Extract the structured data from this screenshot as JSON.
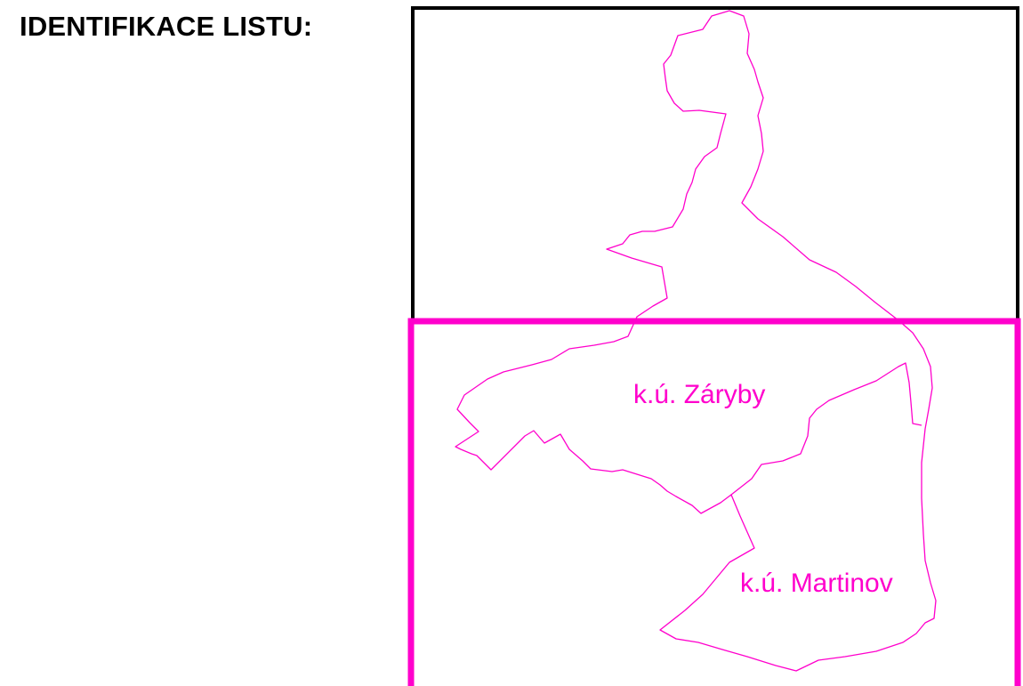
{
  "header": {
    "title": "IDENTIFIKACE LISTU:"
  },
  "map": {
    "colors": {
      "black_frame": "#000000",
      "magenta": "#ff00cc"
    },
    "labels": {
      "zaryby": "k.ú. Záryby",
      "martinov": "k.ú. Martinov"
    }
  }
}
